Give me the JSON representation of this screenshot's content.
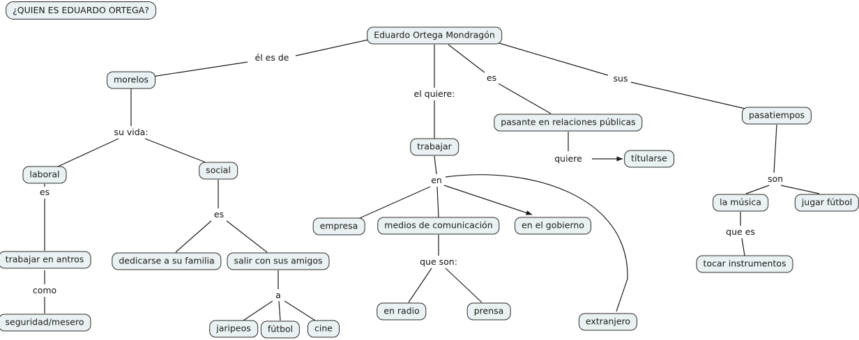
{
  "map": {
    "title": "¿QUIEN ES EDUARDO ORTEGA?",
    "root": "Eduardo Ortega Mondragón",
    "nodes": {
      "title_box": "¿QUIEN ES EDUARDO ORTEGA?",
      "root": "Eduardo Ortega Mondragón",
      "morelos": "morelos",
      "laboral": "laboral",
      "social": "social",
      "trabajar_en_antros": "trabajar en antros",
      "seguridad_mesero": "seguridad/mesero",
      "dedicarse_familia": "dedicarse a su familia",
      "salir_amigos": "salir con sus amigos",
      "jaripeos": "jaripeos",
      "futbol": "fútbol",
      "cine": "cine",
      "trabajar": "trabajar",
      "empresa": "empresa",
      "medios": "medios de comunicación",
      "gobierno": "en el gobierno",
      "en_radio": "en radio",
      "prensa": "prensa",
      "extranjero": "extranjero",
      "pasante": "pasante en relaciones públicas",
      "titularse": "títularse",
      "pasatiempos": "pasatiempos",
      "la_musica": "la música",
      "jugar_futbol": "jugar fútbol",
      "tocar_instrumentos": "tocar instrumentos"
    },
    "link_labels": {
      "el_es_de": "él es de",
      "su_vida": "su vida:",
      "es_laboral": "es",
      "como": "como",
      "es_social": "es",
      "a": "a",
      "el_quiere": "el quiere:",
      "en": "en",
      "que_son": "que son:",
      "es_pasante": "es",
      "quiere": "quiere",
      "sus": "sus",
      "son": "son",
      "que_es": "que es"
    },
    "colors": {
      "node_fill": "#eaf1f3",
      "node_border": "#2b2b2b",
      "edge": "#1a1a1a",
      "text": "#1a1a1a",
      "background": "#ffffff"
    }
  }
}
